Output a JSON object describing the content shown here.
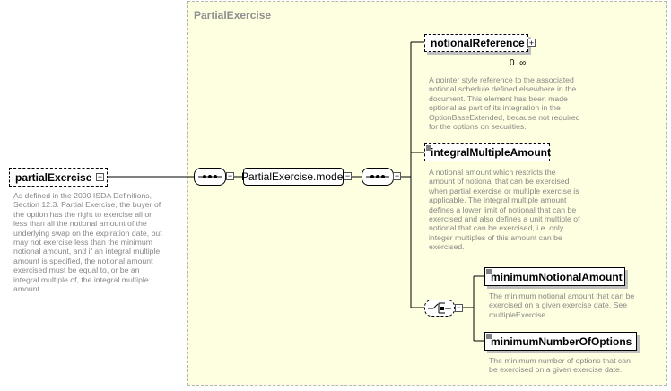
{
  "group": {
    "title": "PartialExercise"
  },
  "root": {
    "name": "partialExercise",
    "description": "As defined in the 2000 ISDA Definitions,\nSection 12.3. Partial Exercise, the buyer of\nthe option has the right to exercise all or\nless than all the notional amount of the\nunderlying swap on the expiration date, but\nmay not exercise less than the minimum\nnotional amount, and if an integral multiple\namount is specified, the notional amount\nexercised must be equal to, or be an\nintegral multiple of, the integral multiple\namount."
  },
  "model": {
    "name": "PartialExercise.model"
  },
  "elements": [
    {
      "name": "notionalReference",
      "cardinality": "0..∞",
      "description": "A pointer style reference to the associated\nnotional schedule defined elsewhere in the\ndocument. This element has been made\noptional as part of its integration in the\nOptionBaseExtended, because not required\nfor the options on securities."
    },
    {
      "name": "integralMultipleAmount",
      "description": "A notional amount which restricts the\namount of notional that can be exercised\nwhen partial exercise or multiple exercise is\napplicable. The integral multiple amount\ndefines a lower limit of notional that can be\nexercised and also defines a unit multiple of\nnotional that can be exercised, i.e. only\ninteger multiples of this amount can be\nexercised."
    },
    {
      "name": "minimumNotionalAmount",
      "description": "The minimum notional amount that can be\nexercised on a given exercise date. See\nmultipleExercise."
    },
    {
      "name": "minimumNumberOfOptions",
      "description": "The minimum number of options that can\nbe exercised on a given exercise date."
    }
  ],
  "icons": {
    "collapse": "minus-icon",
    "expand": "plus-icon",
    "sequence": "sequence-icon",
    "choice": "choice-icon"
  }
}
